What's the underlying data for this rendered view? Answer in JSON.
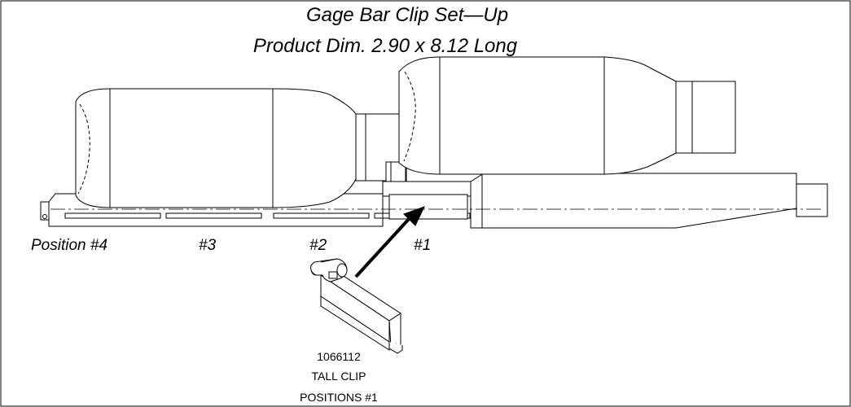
{
  "title": {
    "line1": "Gage Bar Clip Set—Up",
    "line2": "Product Dim. 2.90 x 8.12 Long"
  },
  "positions": {
    "p4": "Position #4",
    "p3": "#3",
    "p2": "#2",
    "p1": "#1"
  },
  "clip": {
    "part_number": "1066112",
    "name": "TALL CLIP",
    "positions": "POSITIONS #1"
  }
}
